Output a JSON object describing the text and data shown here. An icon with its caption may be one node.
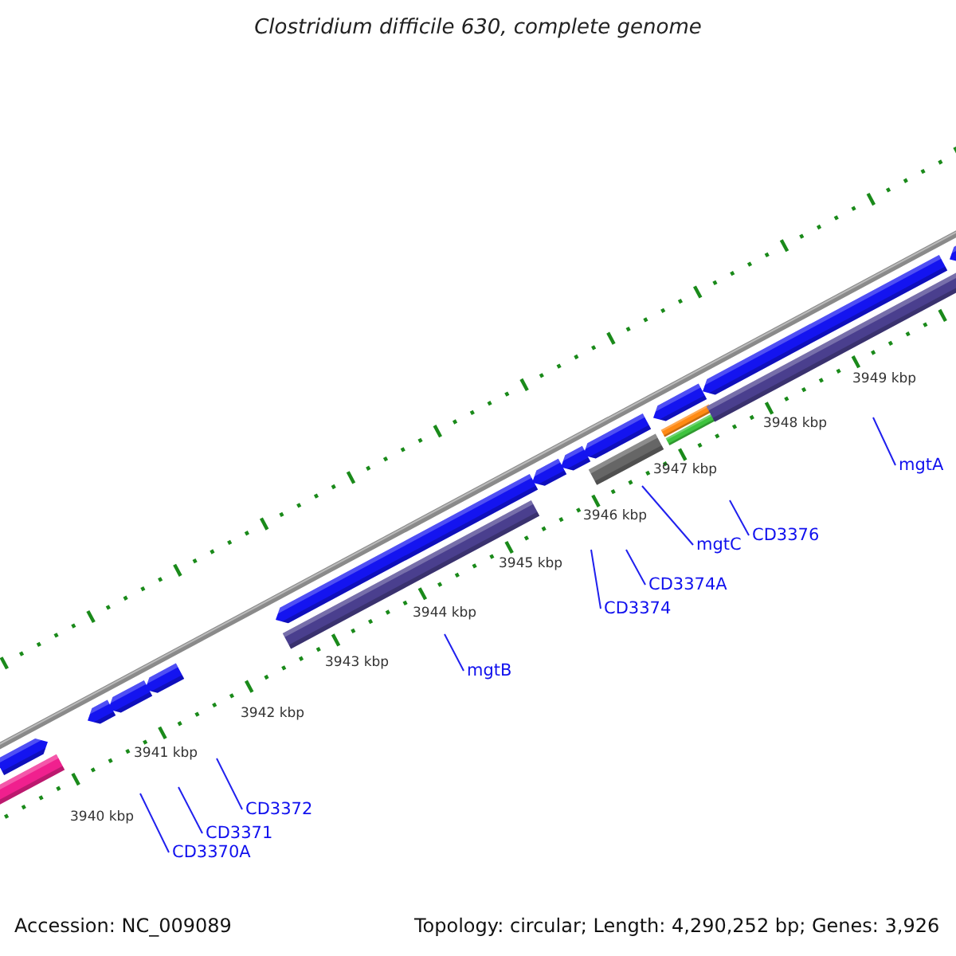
{
  "diagram": {
    "title": "Clostridium difficile 630, complete genome",
    "nodes": [
      {
        "text": [
          "mgtA"
        ]
      },
      {
        "text": [
          "CD3376"
        ]
      },
      {
        "text": [
          "mgtC"
        ]
      },
      {
        "text": [
          "CD3374A"
        ]
      },
      {
        "text": [
          "CD3374"
        ]
      },
      {
        "text": [
          "mgtB"
        ]
      },
      {
        "text": [
          "CD3372"
        ]
      },
      {
        "text": [
          "CD3371"
        ]
      },
      {
        "text": [
          "CD3370A"
        ]
      }
    ],
    "edges": [
      {
        "from": 0,
        "to": null,
        "arrow": "none"
      },
      {
        "from": 1,
        "to": null,
        "arrow": "none"
      },
      {
        "from": 2,
        "to": null,
        "arrow": "none"
      },
      {
        "from": 3,
        "to": null,
        "arrow": "none"
      },
      {
        "from": 4,
        "to": null,
        "arrow": "none"
      },
      {
        "from": 5,
        "to": null,
        "arrow": "none"
      },
      {
        "from": 6,
        "to": null,
        "arrow": "none"
      },
      {
        "from": 7,
        "to": null,
        "arrow": "none"
      },
      {
        "from": 8,
        "to": null,
        "arrow": "none"
      }
    ],
    "labels": [
      "3949 kbp",
      "3948 kbp",
      "3947 kbp",
      "3946 kbp",
      "3945 kbp",
      "3944 kbp",
      "3943 kbp",
      "3942 kbp",
      "3941 kbp",
      "3940 kbp",
      "Accession: NC_009089",
      "Topology: circular; Length: 4,290,252 bp; Genes: 3,926"
    ]
  }
}
